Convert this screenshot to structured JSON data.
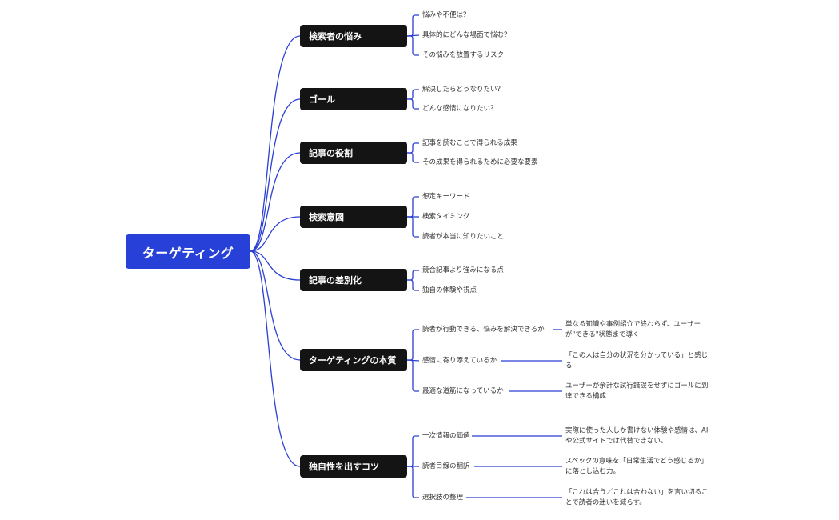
{
  "root": {
    "label": "ターゲティング"
  },
  "branches": [
    {
      "label": "検索者の悩み",
      "children": [
        {
          "label": "悩みや不便は？"
        },
        {
          "label": "具体的にどんな場面で悩む？"
        },
        {
          "label": "その悩みを放置するリスク"
        }
      ]
    },
    {
      "label": "ゴール",
      "children": [
        {
          "label": "解決したらどうなりたい？"
        },
        {
          "label": "どんな感情になりたい？"
        }
      ]
    },
    {
      "label": "記事の役割",
      "children": [
        {
          "label": "記事を読むことで得られる成果"
        },
        {
          "label": "その成果を得られるために必要な要素"
        }
      ]
    },
    {
      "label": "検索意図",
      "children": [
        {
          "label": "想定キーワード"
        },
        {
          "label": "検索タイミング"
        },
        {
          "label": "読者が本当に知りたいこと"
        }
      ]
    },
    {
      "label": "記事の差別化",
      "children": [
        {
          "label": "競合記事より強みになる点"
        },
        {
          "label": "独自の体験や視点"
        }
      ]
    },
    {
      "label": "ターゲティングの本質",
      "children": [
        {
          "label": "読者が行動できる、悩みを解決できるか",
          "note": "単なる知識や事例紹介で終わらず、ユーザーが\"できる\"状態まで導く"
        },
        {
          "label": "感情に寄り添えているか",
          "note": "「この人は自分の状況を分かっている」と感じる"
        },
        {
          "label": "最適な道筋になっているか",
          "note": "ユーザーが余計な試行錯誤をせずにゴールに到達できる構成"
        }
      ]
    },
    {
      "label": "独自性を出すコツ",
      "children": [
        {
          "label": "一次情報の価値",
          "note": "実際に使った人しか書けない体験や感情は、AIや公式サイトでは代替できない。"
        },
        {
          "label": "読者目線の翻訳",
          "note": "スペックの意味を「日常生活でどう感じるか」に落とし込む力。"
        },
        {
          "label": "選択肢の整理",
          "note": "「これは合う／これは合わない」を言い切ることで読者の迷いを減らす。"
        }
      ]
    }
  ],
  "colors": {
    "root": "#2740d8",
    "branch": "#141414",
    "connector": "#2a3fd2",
    "text": "#333333"
  }
}
